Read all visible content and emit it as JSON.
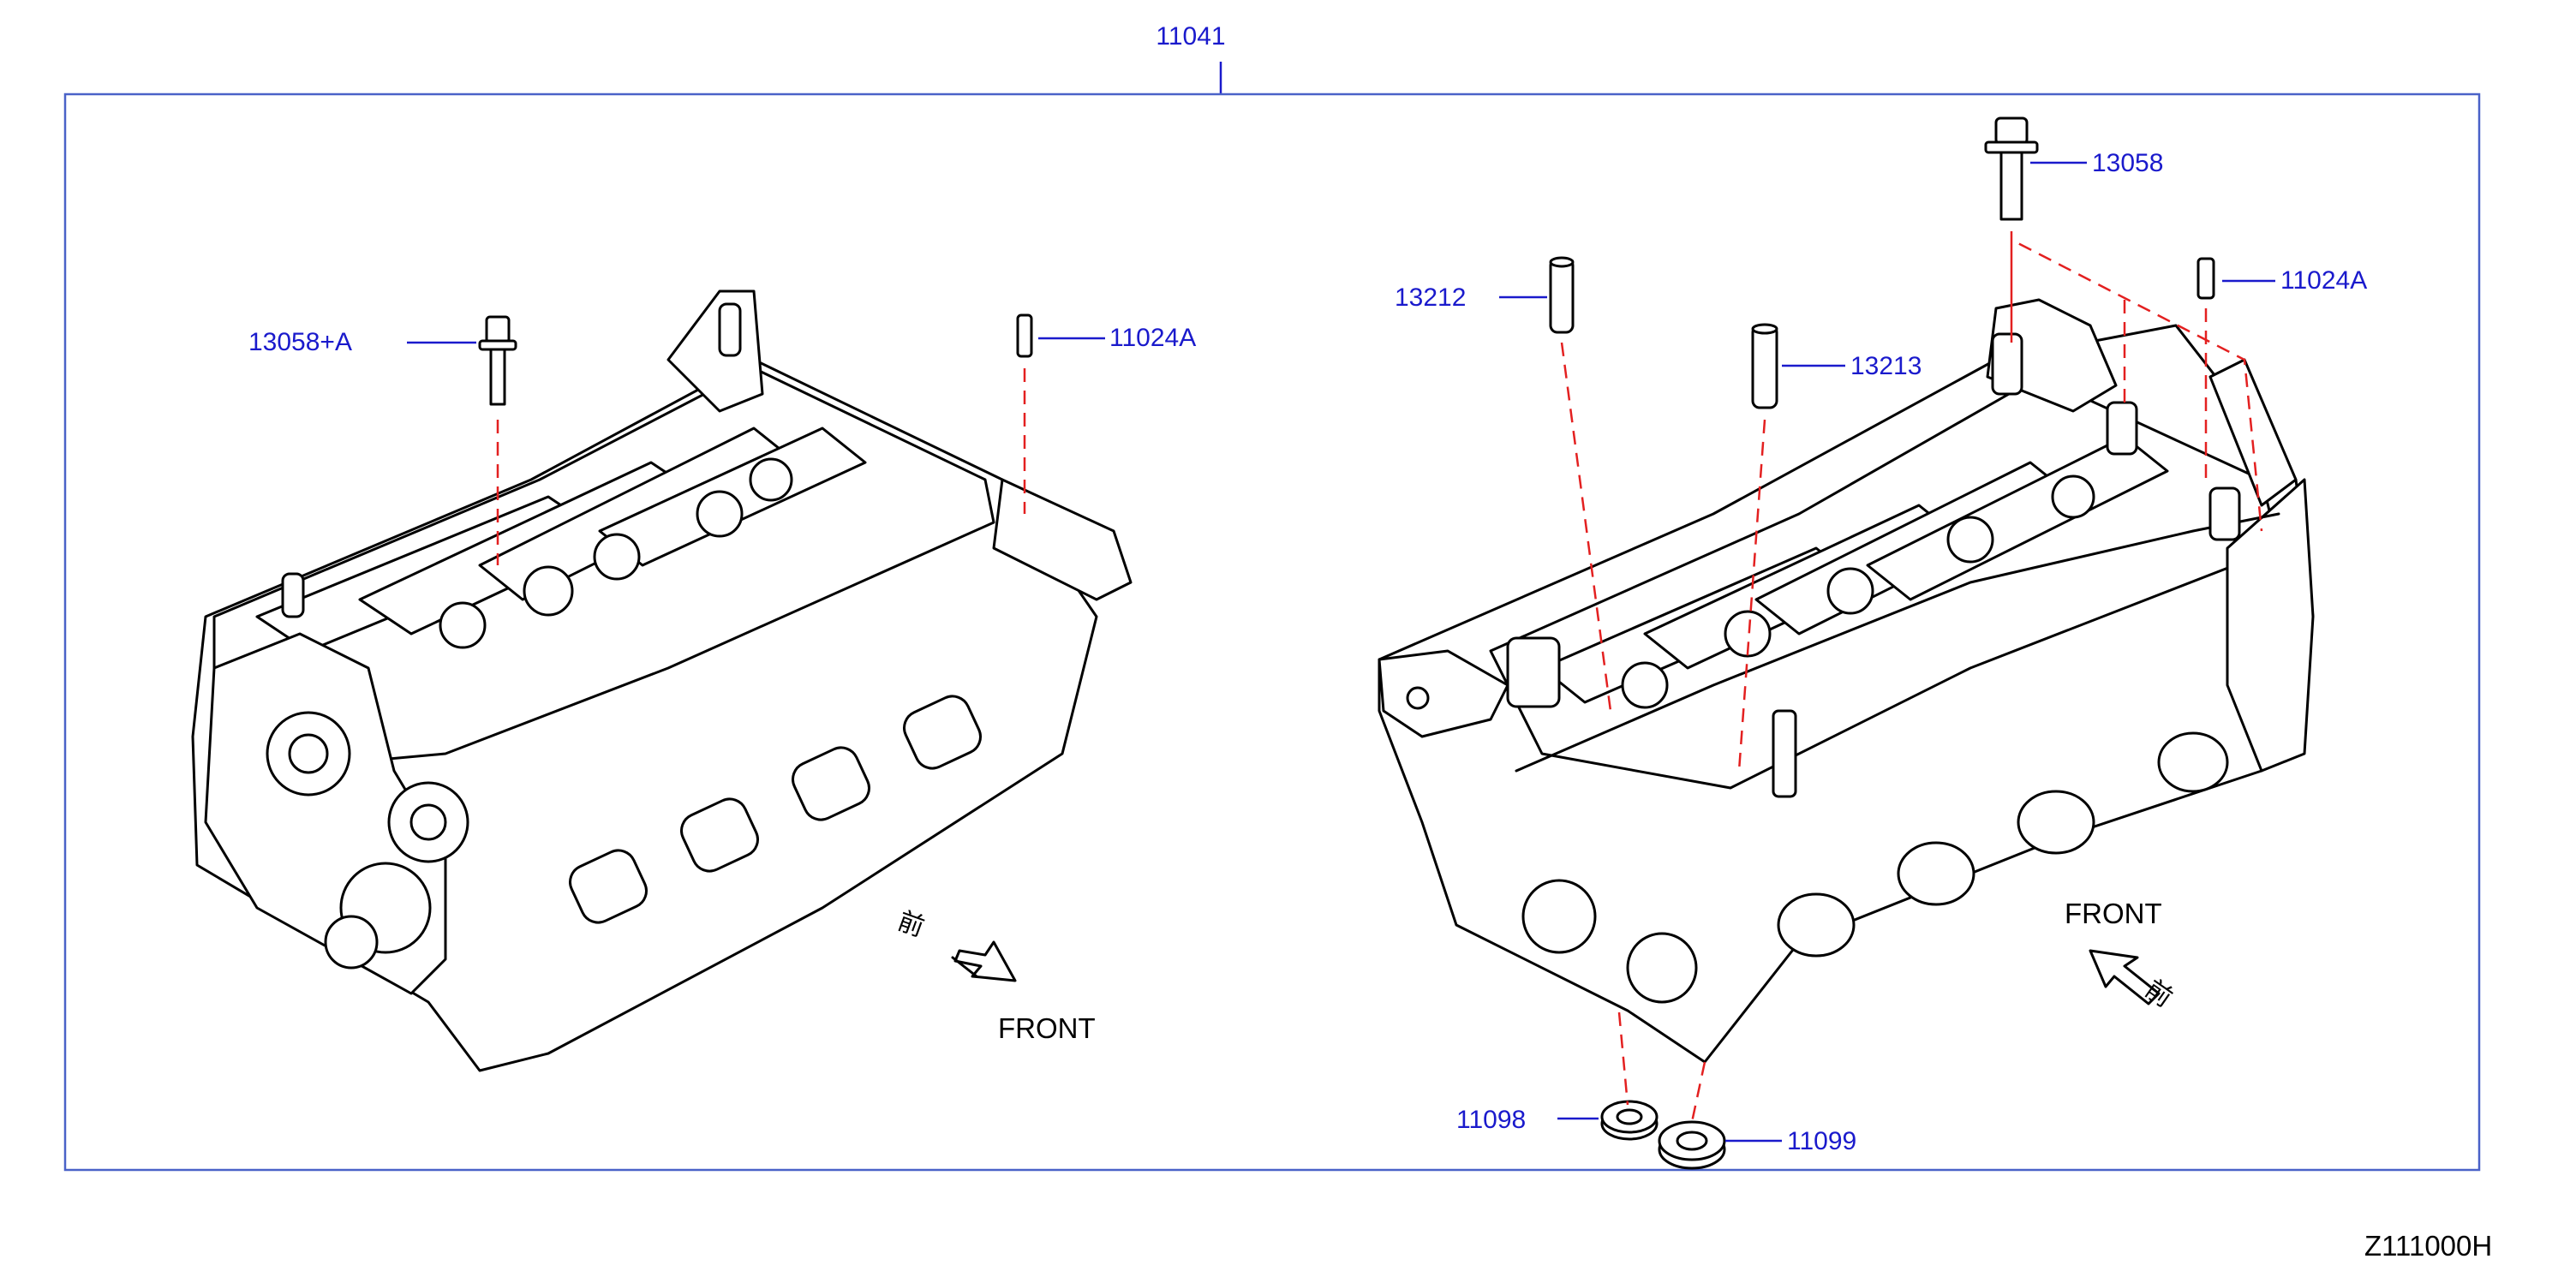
{
  "diagram": {
    "assembly_callout": "11041",
    "figure_code": "Z111000H",
    "colors": {
      "callout_text": "#1a1acc",
      "frame": "#4a62c8",
      "hidden_line": "#e32020",
      "drawing_line": "#000000"
    },
    "left_view": {
      "parts": [
        {
          "callout": "13058+A",
          "part": "bolt-icon"
        },
        {
          "callout": "11024A",
          "part": "dowel-pin-icon"
        }
      ],
      "direction_label": "FRONT",
      "direction_kanji": "前"
    },
    "right_view": {
      "parts": [
        {
          "callout": "13058",
          "part": "bolt-icon"
        },
        {
          "callout": "11024A",
          "part": "dowel-pin-icon"
        },
        {
          "callout": "13212",
          "part": "valve-guide-icon"
        },
        {
          "callout": "13213",
          "part": "valve-guide-icon"
        },
        {
          "callout": "11098",
          "part": "seal-ring-icon"
        },
        {
          "callout": "11099",
          "part": "seal-ring-icon"
        }
      ],
      "direction_label": "FRONT",
      "direction_kanji": "前"
    }
  }
}
